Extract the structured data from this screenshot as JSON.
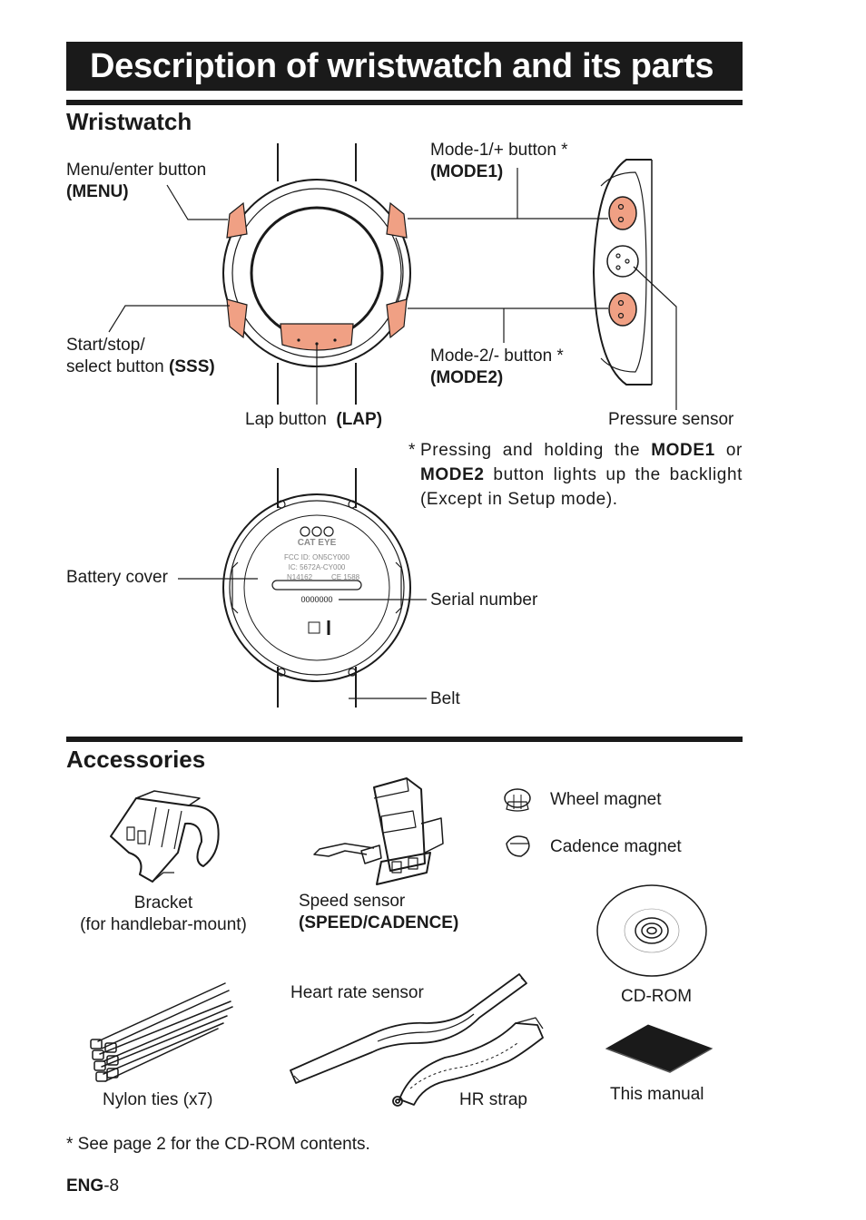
{
  "page": {
    "title": "Description of wristwatch and its parts",
    "footer": {
      "prefix": "ENG",
      "suffix": "-8"
    }
  },
  "wristwatch": {
    "heading": "Wristwatch",
    "labels": {
      "menu": {
        "text": "Menu/enter button",
        "code": "(MENU)"
      },
      "sss": {
        "line1": "Start/stop/",
        "line2": "select button",
        "code": "(SSS)"
      },
      "lap": {
        "text": "Lap button",
        "code": "(LAP)"
      },
      "mode1": {
        "text": "Mode-1/+ button *",
        "code": "(MODE1)"
      },
      "mode2": {
        "text": "Mode-2/- button *",
        "code": "(MODE2)"
      },
      "pressure": "Pressure sensor",
      "battery": "Battery cover",
      "serial": "Serial number",
      "belt": "Belt"
    },
    "note": {
      "star": "*",
      "part1": "Pressing and holding the ",
      "mode1": "MODE1",
      "part2": " or ",
      "mode2": "MODE2",
      "part3": " button lights up the backlight (Except in Setup mode)."
    },
    "back_print": {
      "brand": "CAT EYE",
      "fcc": "FCC ID: ON5CY000",
      "ic": "IC: 5672A-CY000",
      "n": "N14162",
      "ce": "CE 1588",
      "serial": "0000000"
    }
  },
  "accessories": {
    "heading": "Accessories",
    "items": {
      "bracket": {
        "line1": "Bracket",
        "line2": "(for handlebar-mount)"
      },
      "speed": {
        "text": "Speed sensor",
        "code": "(SPEED/CADENCE)"
      },
      "wheel_magnet": "Wheel magnet",
      "cadence_magnet": "Cadence magnet",
      "cdrom": "CD-ROM",
      "hr_sensor": "Heart rate sensor",
      "hr_strap": "HR strap",
      "nylon": "Nylon ties (x7)",
      "manual": "This manual"
    },
    "footnote": "* See page 2 for the CD-ROM contents."
  },
  "colors": {
    "accent": "#f0a084",
    "ink": "#1a1a1a"
  }
}
